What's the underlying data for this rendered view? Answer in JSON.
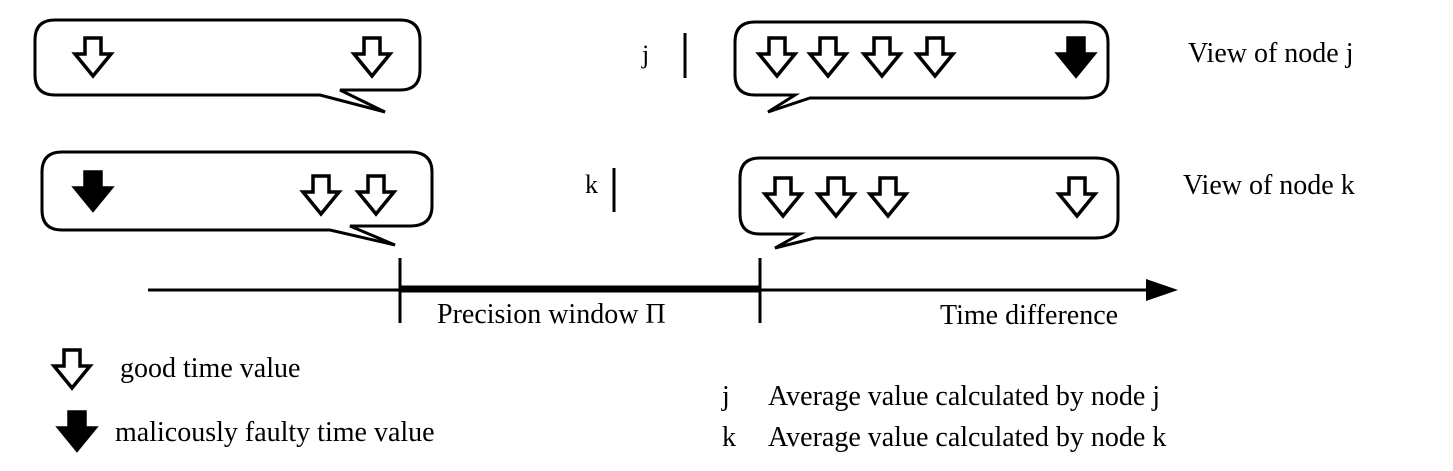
{
  "rows": {
    "node_j": {
      "view_label": "View of node j",
      "avg_marker": "j"
    },
    "node_k": {
      "view_label": "View of node k",
      "avg_marker": "k"
    }
  },
  "axis": {
    "window_label": "Precision window Π",
    "axis_label": "Time difference"
  },
  "legend": {
    "good": "good time value",
    "faulty": "malicously faulty  time value",
    "avg_j_symbol": "j",
    "avg_j_text": "Average value calculated by node j",
    "avg_k_symbol": "k",
    "avg_k_text": "Average value calculated by node k"
  },
  "icons": {
    "good": "hollow-down-arrow-icon",
    "faulty": "filled-down-arrow-icon"
  },
  "colors": {
    "ink": "#000000",
    "background": "#ffffff",
    "good_fill": "#ffffff",
    "faulty_fill": "#000000"
  }
}
